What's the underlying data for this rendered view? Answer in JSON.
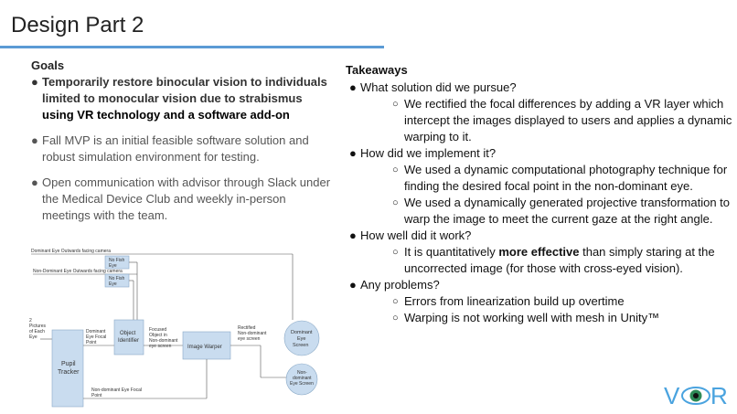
{
  "title": "Design Part 2",
  "goals": {
    "label": "Goals",
    "bullet1_text1": "Temporarily restore binocular vision to individuals limited to monocular vision due to strabismus ",
    "bullet1_text2": "using VR technology and a software add-on",
    "bullet2": "Fall MVP is an initial feasible software solution and robust simulation environment for testing.",
    "bullet3": "Open communication with advisor through Slack under the Medical Device Club and weekly in-person meetings with the team."
  },
  "takeaways": {
    "title": "Takeaways",
    "q1": "What solution did we pursue?",
    "a1": "We rectified the focal differences by adding a VR layer which intercept the images displayed to users and applies a dynamic warping to it.",
    "q2": "How did we implement it?",
    "a2a": "We used a dynamic computational photography technique for finding the desired focal point in the non-dominant eye.",
    "a2b": "We used a dynamically generated projective transformation to warp the image to meet the current gaze at the right angle.",
    "q3": "How well did it work?",
    "a3_pre": "It is quantitatively ",
    "a3_bold": "more effective",
    "a3_post": " than simply staring at the uncorrected image (for those with cross-eyed vision).",
    "q4": "Any problems?",
    "a4a": "Errors from linearization build up overtime",
    "a4b": "Warping is not working well with mesh in Unity™"
  },
  "diagram": {
    "dom_camera": "Dominant Eye Outwards facing camera",
    "nondom_camera": "Non-Dominant Eye Outwards facing camera",
    "no_fish_1": "No Fish",
    "no_fish_2": "Eye",
    "no_fish_b1": "No Fish",
    "no_fish_b2": "Eye",
    "pictures_1": "2",
    "pictures_2": "Pictures",
    "pictures_3": "of Each",
    "pictures_4": "Eye",
    "pupil_1": "Pupil",
    "pupil_2": "Tracker",
    "focal_1": "Dominant",
    "focal_2": "Eye Focal",
    "focal_3": "Point",
    "object_1": "Object",
    "object_2": "Identifier",
    "focused_1": "Focused",
    "focused_2": "Object in",
    "focused_3": "Non-dominant",
    "focused_4": "eye screen",
    "warper": "Image Warper",
    "rect_1": "Rectified",
    "rect_2": "Non-dominant",
    "rect_3": "eye screen",
    "domscreen_1": "Dominant",
    "domscreen_2": "Eye",
    "domscreen_3": "Screen",
    "nondomscreen_1": "Non-",
    "nondomscreen_2": "dominant",
    "nondomscreen_3": "Eye Screen",
    "nondom_focal_1": "Non-dominant Eye Focal",
    "nondom_focal_2": "Point"
  },
  "logo": {
    "text_v": "V",
    "text_r": "R",
    "eye_color": "#2e8b57",
    "brand_color": "#4aa3df"
  },
  "colors": {
    "accent_rule": "#5b9bd5",
    "box_fill": "#c9dcef",
    "box_stroke": "#8aa9c6"
  }
}
